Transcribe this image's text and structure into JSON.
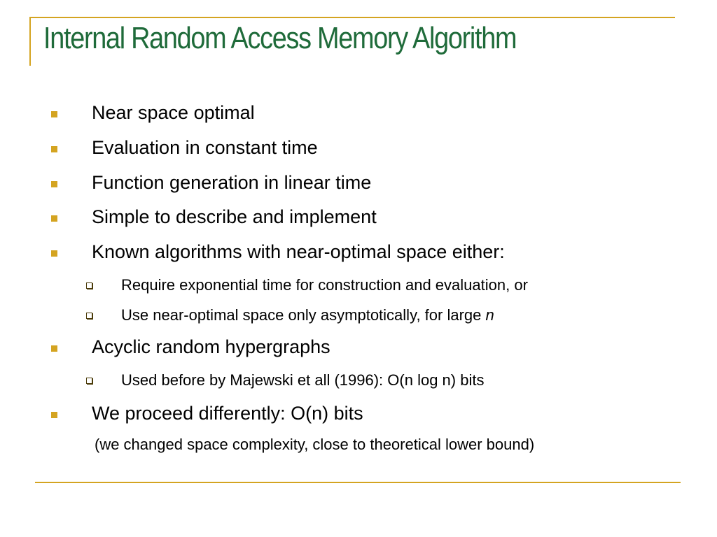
{
  "slide": {
    "title": "Internal Random Access Memory Algorithm",
    "bullets": [
      "Near space optimal",
      "Evaluation in constant time",
      "Function generation in linear time",
      "Simple to describe and implement",
      "Known algorithms with near-optimal space either:"
    ],
    "sub_bullets_known": [
      "Require exponential time for construction and evaluation, or",
      "Use near-optimal space only asymptotically, for large "
    ],
    "sub_bullet_italic_var": "n",
    "bullet_hypergraphs": "Acyclic random hypergraphs",
    "sub_bullet_hypergraphs": "Used before by Majewski et all (1996): O(n log n) bits",
    "bullet_proceed": "We proceed differently: O(n) bits",
    "note": "(we changed space complexity, close to theoretical lower bound)"
  },
  "colors": {
    "title": "#1f6b3a",
    "accent": "#d4a421"
  }
}
